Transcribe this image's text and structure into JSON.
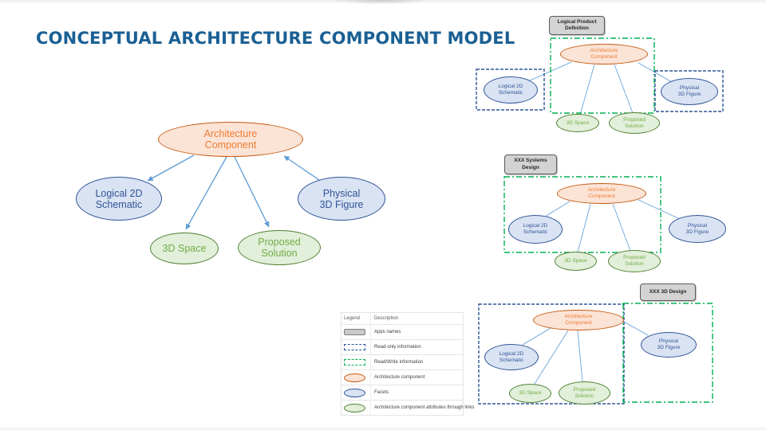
{
  "slide": {
    "title": "CONCEPTUAL ARCHITECTURE COMPONENT MODEL"
  },
  "nodes": {
    "architecture_component": [
      "Architecture",
      "Component"
    ],
    "logical_2d_schematic": [
      "Logical 2D",
      "Schematic"
    ],
    "physical_3d_figure": [
      "Physical",
      "3D Figure"
    ],
    "space_3d": [
      "3D Space"
    ],
    "proposed_solution": [
      "Proposed",
      "Solution"
    ]
  },
  "app_labels": {
    "logical_product_definition": [
      "Logical Product",
      "Definition"
    ],
    "xxx_systems_design": [
      "XXX Systems",
      "Design"
    ],
    "xxx_3d_design": [
      "XXX 3D Design"
    ]
  },
  "legend": {
    "header_legend": "Legend",
    "header_description": "Description",
    "rows": [
      {
        "description": "Apps names"
      },
      {
        "description": "Read-only information"
      },
      {
        "description": "Read/Write information"
      },
      {
        "description": "Architecture component"
      },
      {
        "description": "Facets"
      },
      {
        "description": "Architecture component attributes through links"
      }
    ]
  },
  "colors": {
    "title_text": "#1B6094",
    "architecture_fill": "#FBE3D6",
    "architecture_stroke": "#C55A11",
    "architecture_text": "#ED7D31",
    "facet_fill": "#DAE3F3",
    "facet_stroke": "#2F5597",
    "facet_text": "#2E5496",
    "attribute_fill": "#E2EFDA",
    "attribute_stroke": "#538235",
    "attribute_text": "#70AD47",
    "connector": "#5B9BD5",
    "read_only_border": "#2F5597",
    "read_write_border": "#00B050",
    "app_label_fill": "#D3D3D3"
  }
}
